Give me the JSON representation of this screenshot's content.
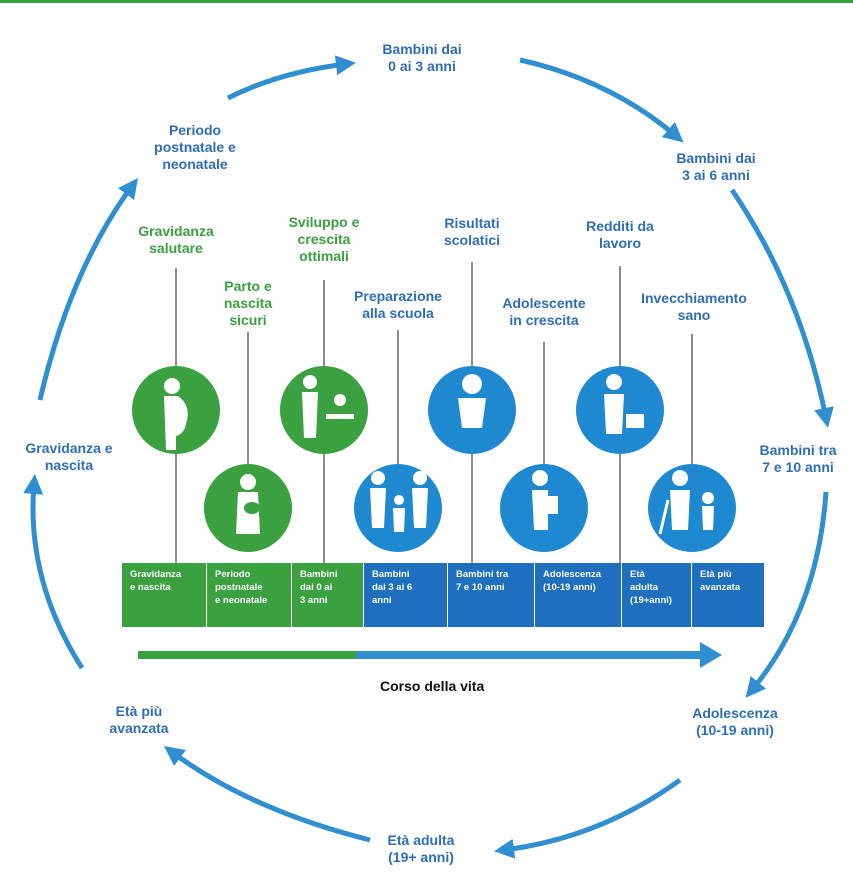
{
  "colors": {
    "green": "#3aa040",
    "blue": "#2f6eb5",
    "icon_blue": "#1e88d1",
    "stage_blue": "#1f6fbf"
  },
  "cycle": {
    "top": "Bambini dai\n0 ai 3 anni",
    "upper_right": "Bambini dai\n3 ai 6 anni",
    "right": "Bambini tra\n7 e 10 anni",
    "lower_right": "Adolescenza\n(10-19 anni)",
    "bottom": "Età adulta\n(19+ anni)",
    "lower_left": "Età più\navanzata",
    "left": "Gravidanza e\nnascita",
    "upper_left": "Periodo\npostnatale e\nneonatale"
  },
  "outcomes": [
    {
      "label": "Gravidanza\nsalutare",
      "icon": "pregnant-woman-icon"
    },
    {
      "label": "Parto e\nnascita\nsicuri",
      "icon": "mother-with-baby-icon"
    },
    {
      "label": "Sviluppo e\ncrescita\nottimali",
      "icon": "adult-changing-baby-icon"
    },
    {
      "label": "Preparazione\nalla scuola",
      "icon": "family-icon"
    },
    {
      "label": "Risultati\nscolatici",
      "icon": "child-icon"
    },
    {
      "label": "Adolescente\nin crescita",
      "icon": "adolescent-with-backpack-icon"
    },
    {
      "label": "Redditi da\nlavoro",
      "icon": "worker-with-briefcase-icon"
    },
    {
      "label": "Invecchiamento\nsano",
      "icon": "elder-with-child-icon"
    }
  ],
  "stages": [
    "Gravidanza\ne nascita",
    "Periodo\npostnatale\ne neonatale",
    "Bambini\ndai 0 ai\n3 anni",
    "Bambini\ndai 3 ai 6\nanni",
    "Bambini tra\n7 e 10 anni",
    "Adolescenza\n(10-19 anni)",
    "Età\nadulta\n(19+anni)",
    "Età più\navanzata"
  ],
  "axis": {
    "label": "Corso della vita"
  }
}
